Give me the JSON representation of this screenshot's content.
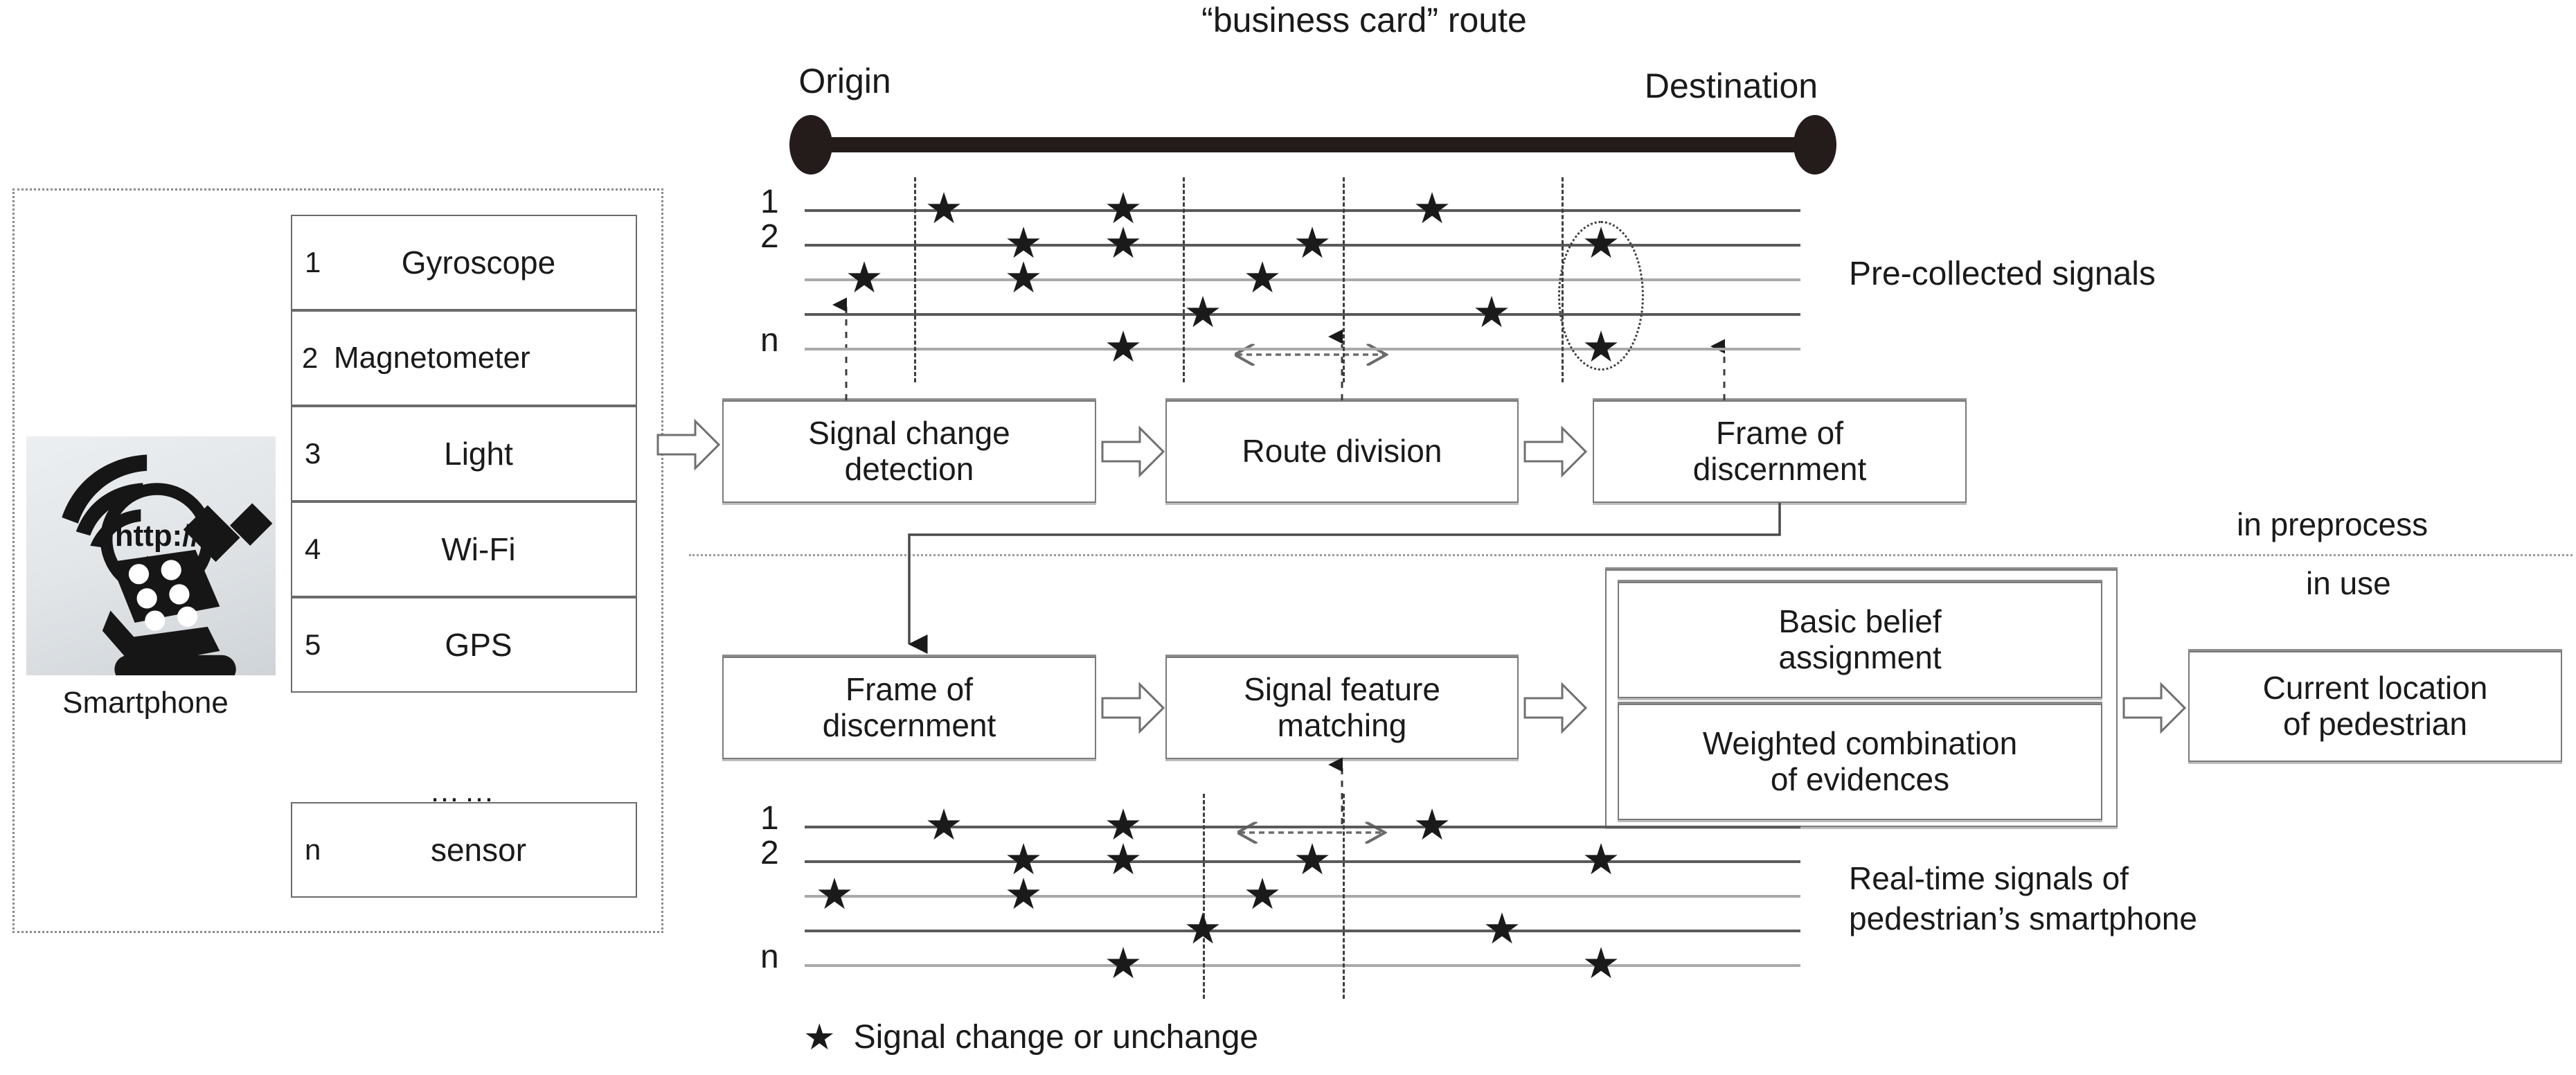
{
  "route": {
    "title": "“business  card”  route",
    "origin_label": "Origin",
    "destination_label": "Destination"
  },
  "smartphone_panel": {
    "caption": "Smartphone",
    "icon": "smartphone-http-icon",
    "ellipsis": "……",
    "sensors": [
      {
        "num": "1",
        "name": "Gyroscope"
      },
      {
        "num": "2",
        "name": "Magnetometer"
      },
      {
        "num": "3",
        "name": "Light"
      },
      {
        "num": "4",
        "name": "Wi-Fi"
      },
      {
        "num": "5",
        "name": "GPS"
      },
      {
        "num": "n",
        "name": "sensor"
      }
    ]
  },
  "pipeline": {
    "preprocess_label": "in preprocess",
    "inuse_label": "in use",
    "top_row": [
      {
        "id": "signal-change-detection",
        "label": "Signal change\ndetection"
      },
      {
        "id": "route-division",
        "label": "Route division"
      },
      {
        "id": "frame-of-discernment-top",
        "label": "Frame of\ndiscernment"
      }
    ],
    "bottom_row": [
      {
        "id": "frame-of-discernment-bottom",
        "label": "Frame of\ndiscernment"
      },
      {
        "id": "signal-feature-matching",
        "label": "Signal feature\nmatching"
      }
    ],
    "fusion_group": [
      {
        "id": "basic-belief-assignment",
        "label": "Basic belief\nassignment"
      },
      {
        "id": "weighted-combination-of-evidences",
        "label": "Weighted combination\nof evidences"
      }
    ],
    "output": {
      "id": "current-location-of-pedestrian",
      "label": "Current location\nof pedestrian"
    }
  },
  "legend": {
    "marker": "★",
    "text": "Signal change or unchange"
  },
  "chart_data": [
    {
      "id": "pre-collected-signals",
      "type": "scatter",
      "title": "Pre-collected signals",
      "row_labels": [
        "1",
        "2",
        "",
        "",
        "n"
      ],
      "row_count": 5,
      "x_range": [
        0,
        100
      ],
      "grid": false,
      "division_lines": [
        11,
        38,
        54,
        76
      ],
      "highlight_ellipse": {
        "x": 80,
        "rows": [
          2,
          5
        ]
      },
      "segment_marker": {
        "from": 39,
        "to": 54
      },
      "points": [
        {
          "x": 6,
          "row": 3
        },
        {
          "x": 14,
          "row": 1
        },
        {
          "x": 22,
          "row": 2
        },
        {
          "x": 22,
          "row": 3
        },
        {
          "x": 32,
          "row": 1
        },
        {
          "x": 32,
          "row": 2
        },
        {
          "x": 32,
          "row": 5
        },
        {
          "x": 40,
          "row": 4
        },
        {
          "x": 46,
          "row": 3
        },
        {
          "x": 51,
          "row": 2
        },
        {
          "x": 63,
          "row": 1
        },
        {
          "x": 69,
          "row": 4
        },
        {
          "x": 80,
          "row": 2
        },
        {
          "x": 80,
          "row": 5
        }
      ]
    },
    {
      "id": "real-time-signals",
      "type": "scatter",
      "title": "Real-time signals of\npedestrian’s smartphone",
      "row_labels": [
        "1",
        "2",
        "",
        "",
        "n"
      ],
      "row_count": 5,
      "x_range": [
        0,
        100
      ],
      "grid": false,
      "division_lines": [
        40,
        54
      ],
      "segment_marker": {
        "from": 40,
        "to": 54
      },
      "points": [
        {
          "x": 3,
          "row": 3
        },
        {
          "x": 14,
          "row": 1
        },
        {
          "x": 22,
          "row": 2
        },
        {
          "x": 22,
          "row": 3
        },
        {
          "x": 32,
          "row": 1
        },
        {
          "x": 32,
          "row": 2
        },
        {
          "x": 40,
          "row": 4
        },
        {
          "x": 46,
          "row": 3
        },
        {
          "x": 51,
          "row": 2
        },
        {
          "x": 63,
          "row": 1
        },
        {
          "x": 70,
          "row": 4
        },
        {
          "x": 80,
          "row": 2
        },
        {
          "x": 80,
          "row": 5
        },
        {
          "x": 32,
          "row": 5
        }
      ]
    }
  ]
}
